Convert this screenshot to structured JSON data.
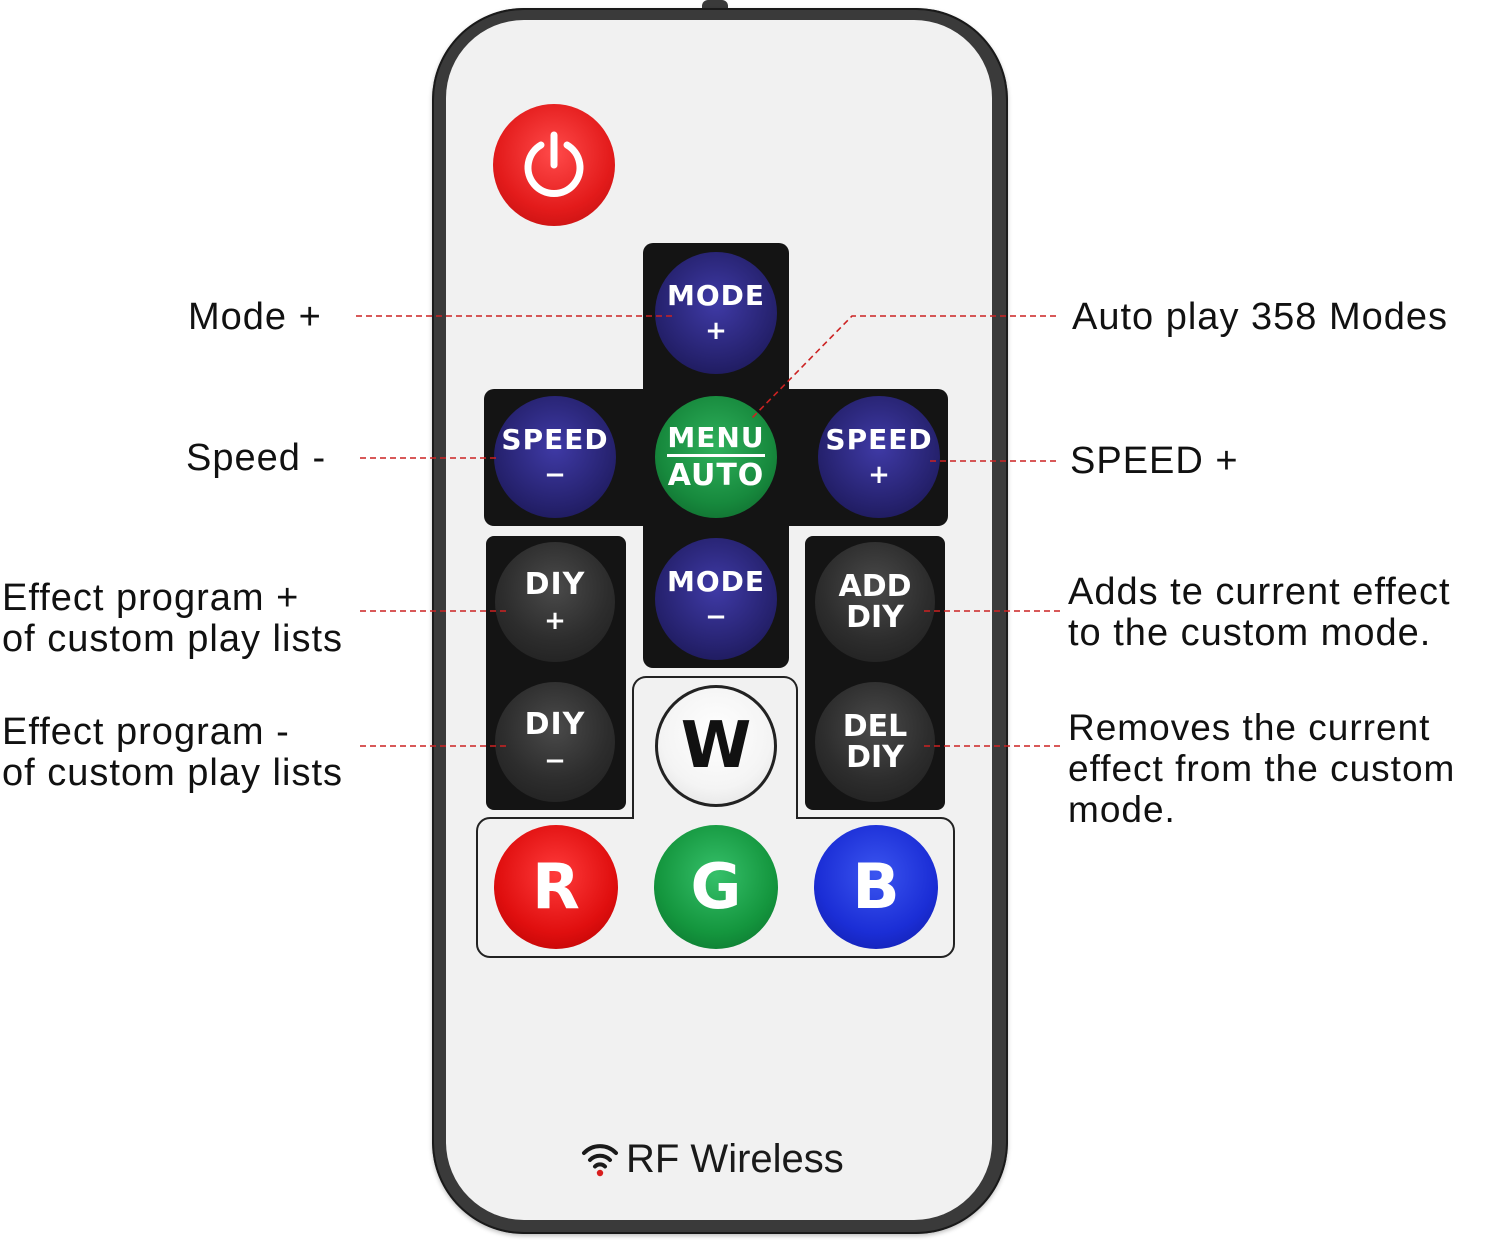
{
  "remote": {
    "buttons": {
      "power_icon": "power-icon",
      "mode_plus": {
        "line1": "MODE",
        "line2": "+"
      },
      "mode_minus": {
        "line1": "MODE",
        "line2": "−"
      },
      "speed_minus": {
        "line1": "SPEED",
        "line2": "−"
      },
      "speed_plus": {
        "line1": "SPEED",
        "line2": "+"
      },
      "menu_auto": {
        "line1": "MENU",
        "line2": "AUTO"
      },
      "diy_plus": {
        "line1": "DIY",
        "line2": "+"
      },
      "diy_minus": {
        "line1": "DIY",
        "line2": "−"
      },
      "add_diy": {
        "line1": "ADD",
        "line2": "DIY"
      },
      "del_diy": {
        "line1": "DEL",
        "line2": "DIY"
      },
      "white": "W",
      "red": "R",
      "green": "G",
      "blue": "B"
    },
    "footer": {
      "text": "RF Wireless",
      "icon": "wifi-icon"
    }
  },
  "annotations": {
    "mode_plus": "Mode +",
    "speed_minus": "Speed -",
    "diy_plus": [
      "Effect program +",
      "of custom play lists"
    ],
    "diy_minus": [
      "Effect program -",
      "of custom play lists"
    ],
    "menu_auto": "Auto play 358 Modes",
    "speed_plus": "SPEED +",
    "add_diy": [
      "Adds te current effect",
      "to the custom mode."
    ],
    "del_diy": [
      "Removes the current",
      "effect from the custom",
      "mode."
    ]
  },
  "colors": {
    "leader_line": "#cc2222",
    "pad": "#141414",
    "power": "#e31b1b",
    "mode_blue": "#26226f",
    "menu_green": "#17893d",
    "red_button": "#e00f0f",
    "green_button": "#14963e",
    "blue_button": "#1b2ed6"
  }
}
